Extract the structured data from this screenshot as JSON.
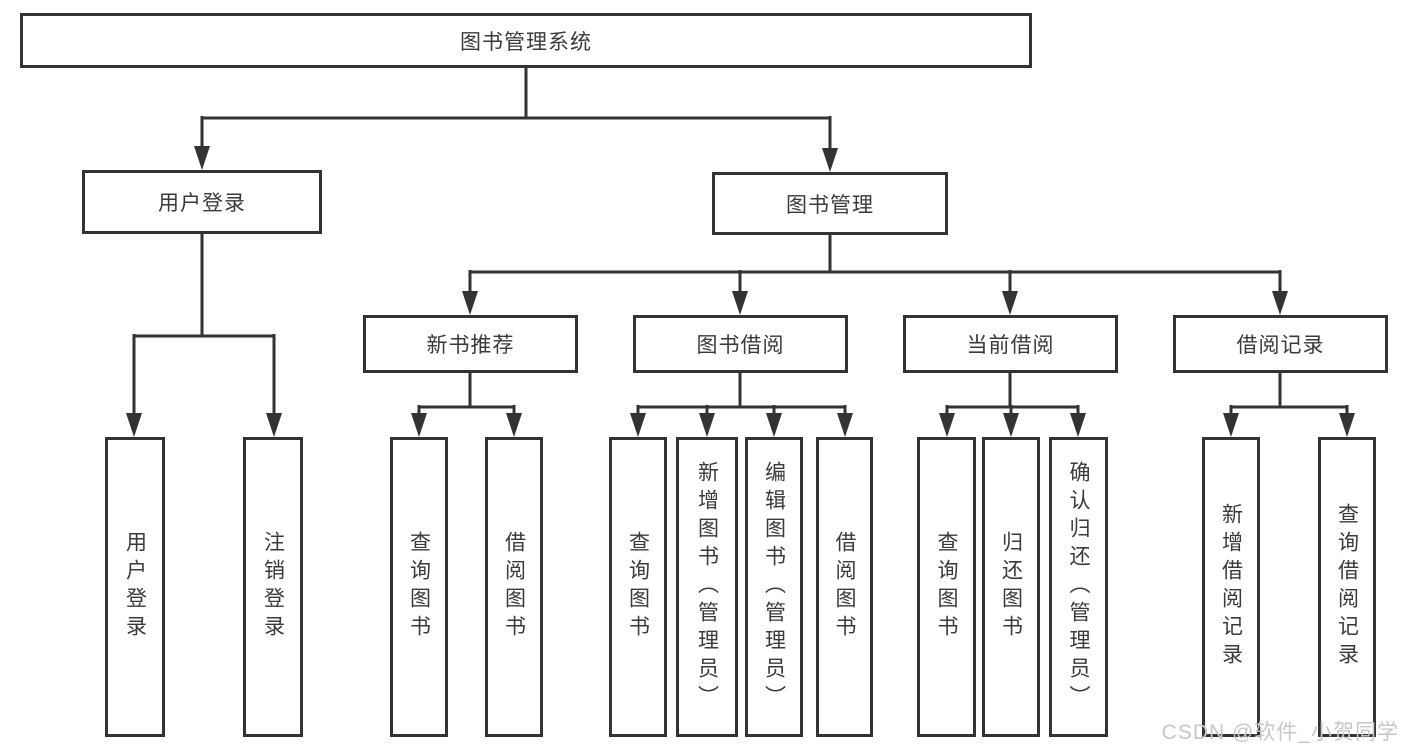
{
  "diagram": {
    "title": "图书管理系统",
    "watermark": "CSDN @软件_小贺同学",
    "colors": {
      "line": "#333333",
      "text": "#3a3a3a",
      "box_background": "#ffffff",
      "watermark": "#c7c7c7"
    },
    "nodes": {
      "root": {
        "label": "图书管理系统"
      },
      "user_login_branch": {
        "label": "用户登录"
      },
      "book_mgmt_branch": {
        "label": "图书管理"
      },
      "new_book_rec": {
        "label": "新书推荐"
      },
      "book_borrow": {
        "label": "图书借阅"
      },
      "current_borrow": {
        "label": "当前借阅"
      },
      "borrow_record": {
        "label": "借阅记录"
      },
      "leaf_user_login": {
        "label": "用户登录"
      },
      "leaf_logout": {
        "label": "注销登录"
      },
      "leaf_nb_query": {
        "label": "查询图书"
      },
      "leaf_nb_borrow": {
        "label": "借阅图书"
      },
      "leaf_bb_query": {
        "label": "查询图书"
      },
      "leaf_bb_add": {
        "label": "新增图书（管理员）"
      },
      "leaf_bb_edit": {
        "label": "编辑图书（管理员）"
      },
      "leaf_bb_borrow": {
        "label": "借阅图书"
      },
      "leaf_cb_query": {
        "label": "查询图书"
      },
      "leaf_cb_return": {
        "label": "归还图书"
      },
      "leaf_cb_confirm": {
        "label": "确认归还（管理员）"
      },
      "leaf_br_add": {
        "label": "新增借阅记录"
      },
      "leaf_br_query": {
        "label": "查询借阅记录"
      }
    }
  }
}
